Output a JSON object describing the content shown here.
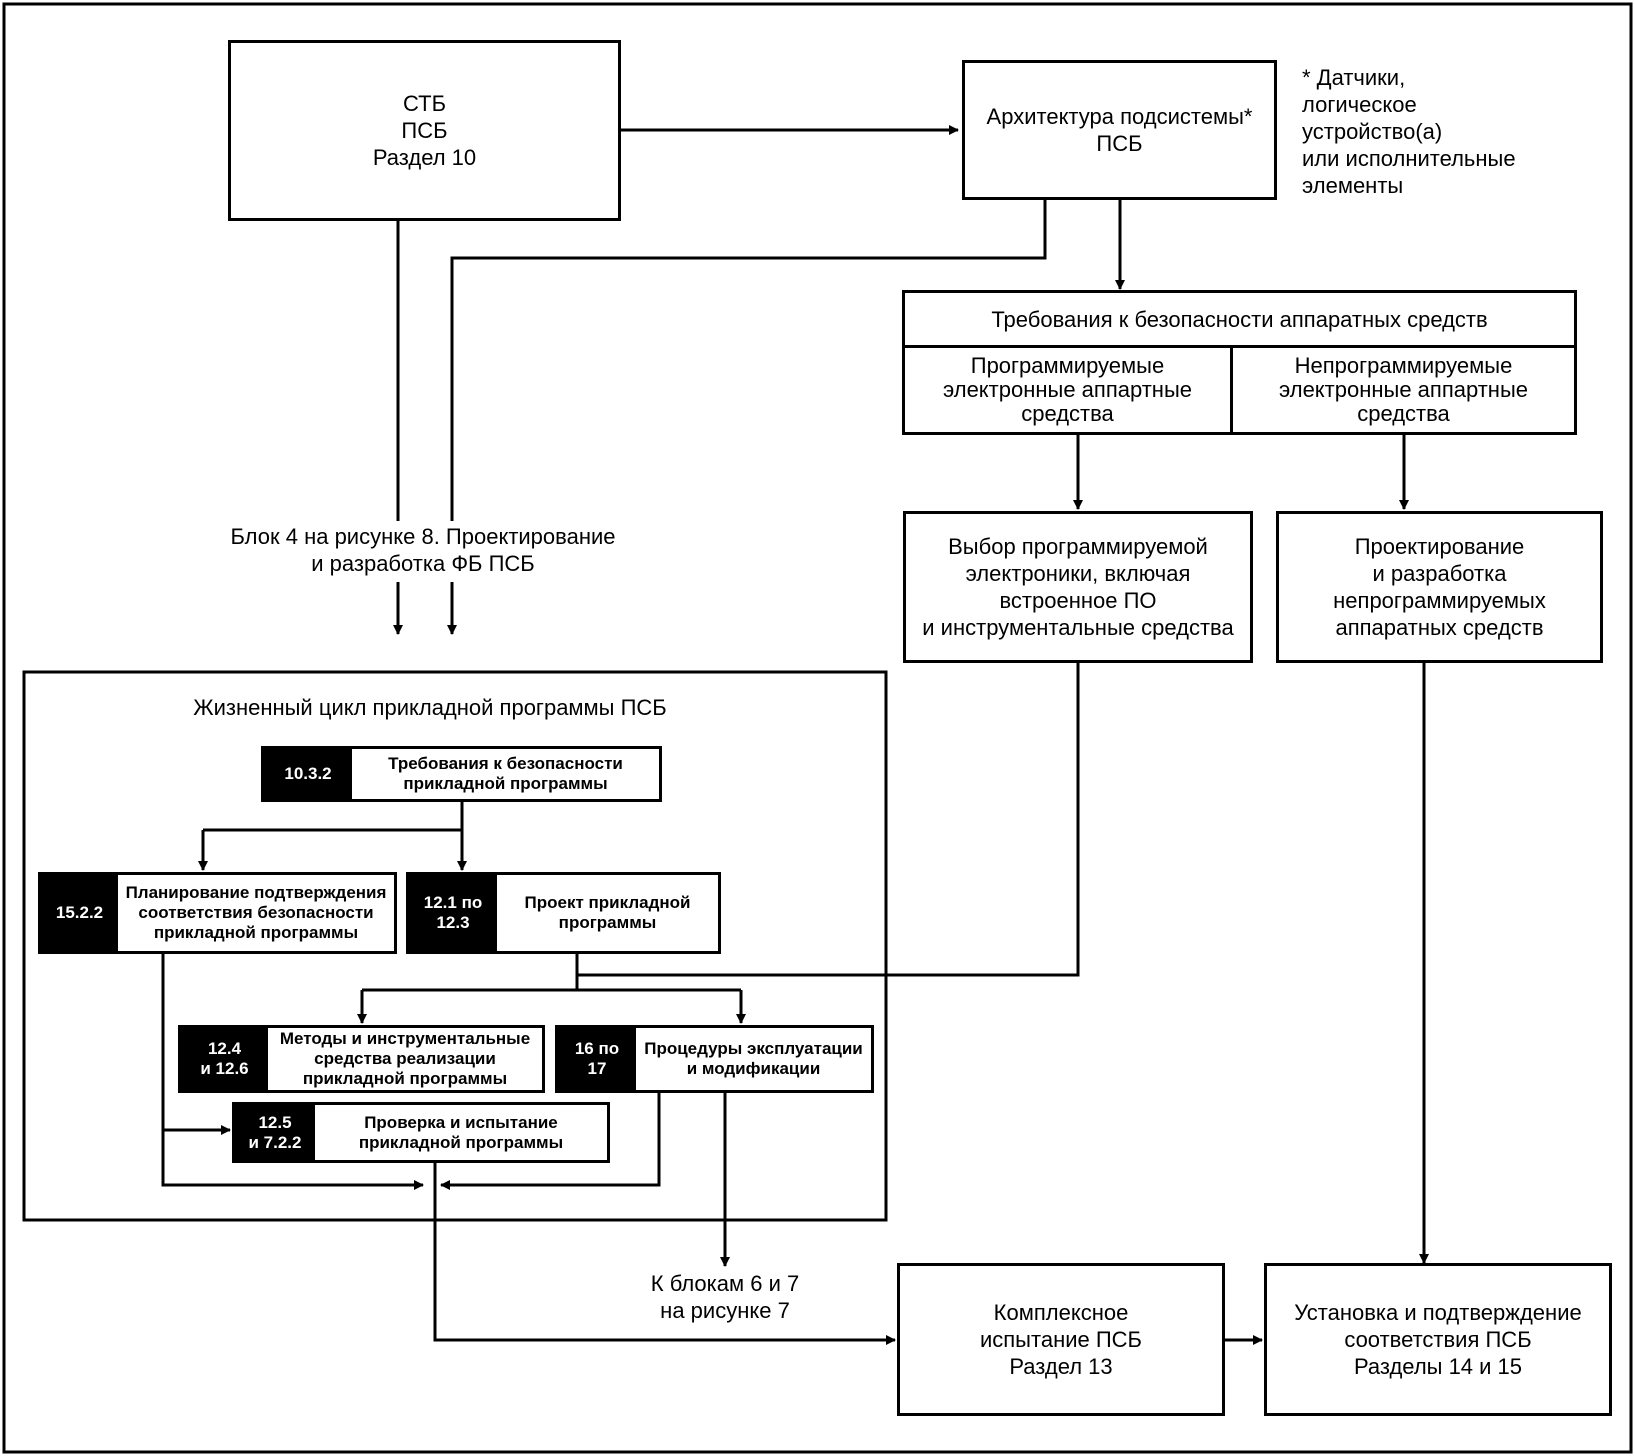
{
  "boxes": {
    "stb": "СТБ\nПСБ\nРаздел 10",
    "architecture": "Архитектура подсистемы*\nПСБ",
    "hw_requirements_title": "Требования к безопасности аппаратных средств",
    "programmable_hw": "Программируемые\nэлектронные аппартные\nсредства",
    "nonprogrammable_hw": "Непрограммируемые\nэлектронные аппартные\nсредства",
    "select_electronics": "Выбор программируемой\nэлектроники, включая\nвстроенное ПО\nи инструментальные средства",
    "design_nonprog": "Проектирование\nи разработка\nнепрограммируемых\nаппаратных средств",
    "integration_test": "Комплексное\nиспытание ПСБ\nРаздел 13",
    "installation": "Установка и подтверждение\nсоответствия ПСБ\nРазделы 14 и 15"
  },
  "notes": {
    "footnote": "* Датчики,\nлогическое\nустройство(а)\nили исполнительные\nэлементы",
    "block4": "Блок 4 на рисунке 8. Проектирование\nи разработка ФБ ПСБ",
    "to_blocks": "К блокам 6 и 7\nна рисунке 7"
  },
  "lifecycle": {
    "title": "Жизненный цикл прикладной программы ПСБ",
    "steps": [
      {
        "tag": "10.3.2",
        "text": "Требования к безопасности\nприкладной программы"
      },
      {
        "tag": "15.2.2",
        "text": "Планирование подтверждения\nсоответствия безопасности\nприкладной программы"
      },
      {
        "tag": "12.1 по\n12.3",
        "text": "Проект прикладной\nпрограммы"
      },
      {
        "tag": "12.4\nи 12.6",
        "text": "Методы и инструментальные\nсредства реализации\nприкладной программы"
      },
      {
        "tag": "16 по\n17",
        "text": "Процедуры эксплуатации\nи модификации"
      },
      {
        "tag": "12.5\nи 7.2.2",
        "text": "Проверка и испытание\nприкладной программы"
      }
    ]
  }
}
